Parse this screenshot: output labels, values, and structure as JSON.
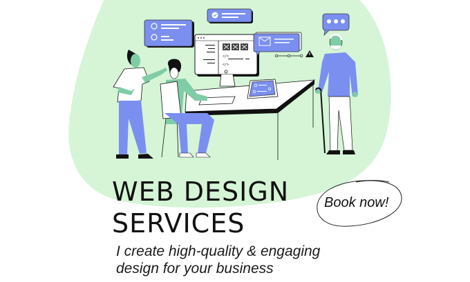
{
  "headline": {
    "line1": "WEB DESIGN",
    "line2": "SERVICES"
  },
  "subheading": {
    "line1": "I create high-quality & engaging",
    "line2": "design for your business"
  },
  "cta": {
    "label": "Book now!"
  },
  "illustration": {
    "description": "Three people around a desk with a monitor, tablet and floating UI cards",
    "icons": [
      "monitor-icon",
      "tablet-icon",
      "mail-icon",
      "chat-bubble-icon",
      "warning-icon",
      "checkmark-icon",
      "code-icon"
    ]
  },
  "colors": {
    "blob": "#d5f5d6",
    "accent_blue": "#7b8ff0",
    "skin_green": "#7fcca6",
    "ink": "#111111",
    "background": "#ffffff"
  }
}
